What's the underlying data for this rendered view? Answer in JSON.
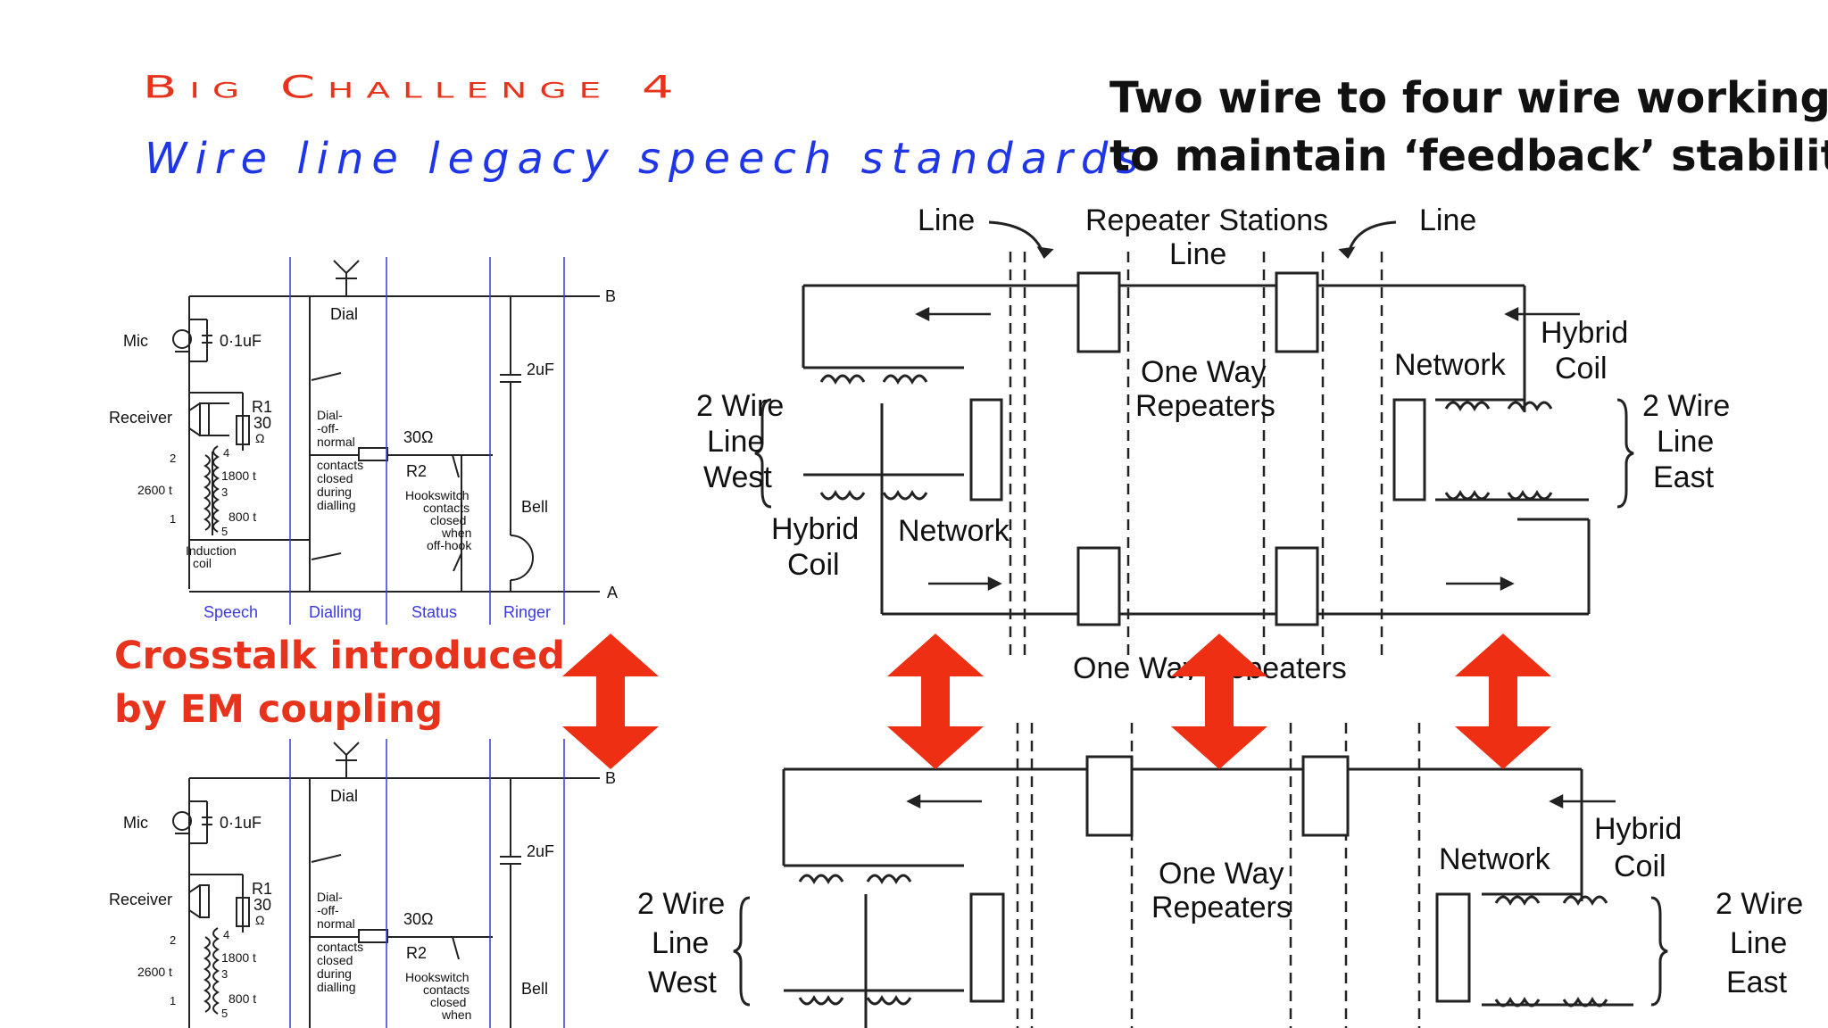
{
  "slide": {
    "title": "Big Challenge 4",
    "subtitle": "Wire line legacy speech standards",
    "right_heading_line1": "Two wire to four wire working",
    "right_heading_line2": "to maintain ‘feedback’ stability",
    "crosstalk_line1": "Crosstalk introduced",
    "crosstalk_line2": "by EM coupling"
  },
  "colors": {
    "title_red": "#e8331c",
    "subtitle_blue": "#1f35e8",
    "arrow_red": "#ee2f14",
    "circuit_blue": "#3a3ae0"
  },
  "telephone_circuit": {
    "mic": "Mic",
    "cap1": "0·1uF",
    "receiver": "Receiver",
    "r1": "R1",
    "r1_value": "30",
    "r1_unit": "Ω",
    "dial": "Dial",
    "dial_note": [
      "Dial-",
      "-off-",
      "normal"
    ],
    "contacts_note": [
      "contacts",
      "closed",
      "during",
      "dialling"
    ],
    "r2_value": "30Ω",
    "r2": "R2",
    "hookswitch_note": [
      "Hookswitch",
      "contacts",
      "closed",
      "when",
      "off-hook"
    ],
    "cap2": "2uF",
    "bell": "Bell",
    "line_b": "B",
    "line_a": "A",
    "coil_2600": "2600 t",
    "coil_1800": "1800 t",
    "coil_800": "800 t",
    "coil_pins": [
      "2",
      "1",
      "4",
      "3",
      "5"
    ],
    "induction_coil": [
      "Induction",
      "coil"
    ],
    "sections": [
      "Speech",
      "Dialling",
      "Status",
      "Ringer"
    ]
  },
  "repeater_diagram": {
    "line_left": "Line",
    "line_right": "Line",
    "repeater_stations": "Repeater Stations",
    "line_center": "Line",
    "one_way_repeaters": [
      "One Way",
      "Repeaters"
    ],
    "one_way_repeaters_bottom": "One Way Repeaters",
    "two_wire_west": [
      "2 Wire",
      "Line",
      "West"
    ],
    "two_wire_east": [
      "2 Wire",
      "Line",
      "East"
    ],
    "hybrid_coil": [
      "Hybrid",
      "Coil"
    ],
    "network": "Network",
    "coil_glyph": "000"
  }
}
